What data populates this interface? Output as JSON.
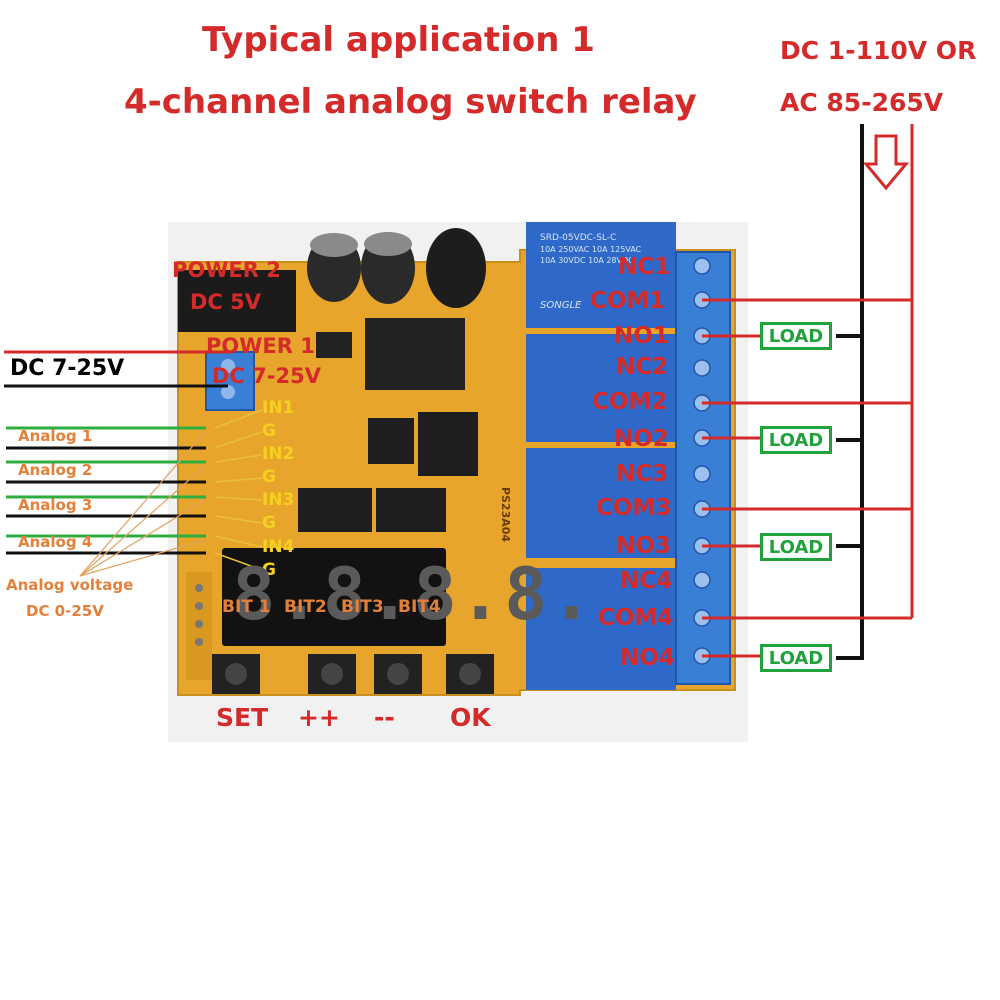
{
  "title": {
    "line1": "Typical application 1",
    "line2": "4-channel analog switch relay"
  },
  "supply": {
    "line1": "DC 1-110V OR",
    "line2": "AC 85-265V"
  },
  "power": {
    "p2_line1": "POWER 2",
    "p2_line2": "DC 5V",
    "p1_line1": "POWER 1",
    "p1_line2": "DC 7-25V",
    "input_label": "DC 7-25V"
  },
  "inputs": {
    "pins": [
      "IN1",
      "G",
      "IN2",
      "G",
      "IN3",
      "G",
      "IN4",
      "G"
    ],
    "analog": [
      "Analog 1",
      "Analog 2",
      "Analog 3",
      "Analog 4"
    ],
    "voltage_line1": "Analog voltage",
    "voltage_line2": "DC 0-25V"
  },
  "display": {
    "digits": [
      "8.",
      "8.",
      "8.",
      "8."
    ],
    "bits": [
      "BIT 1",
      "BIT2",
      "BIT3",
      "BIT4"
    ]
  },
  "buttons": [
    "SET",
    "++",
    "--",
    "OK"
  ],
  "terminals": [
    "NC1",
    "COM1",
    "NO1",
    "NC2",
    "COM2",
    "NO2",
    "NC3",
    "COM3",
    "NO3",
    "NC4",
    "COM4",
    "NO4"
  ],
  "loads": [
    "LOAD",
    "LOAD",
    "LOAD",
    "LOAD"
  ],
  "relay": {
    "brand": "SONGLE",
    "model": "SRD-05VDC-SL-C",
    "specs": [
      "10A 250VAC 10A 125VAC",
      "10A 30VDC 10A 28VDC"
    ]
  },
  "board_marking": "PS23A04",
  "colors": {
    "board": "#e7a52b",
    "relay": "#2e69c9",
    "terminal": "#3a7fd6",
    "wire_red": "#d42a2a",
    "wire_black": "#111111",
    "wire_green": "#2fae3e",
    "load": "#1fa23a",
    "title": "#d42a2a"
  }
}
